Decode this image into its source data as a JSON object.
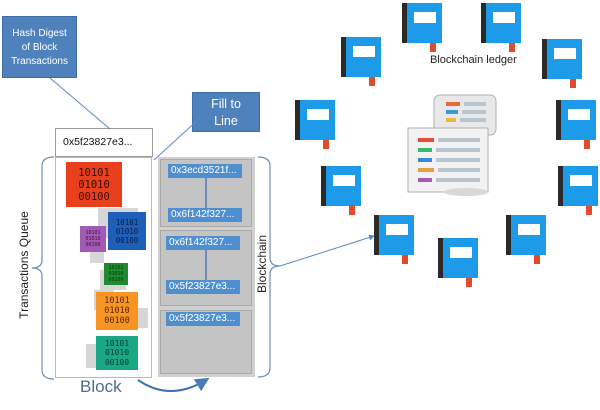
{
  "callouts": {
    "hash_digest": [
      "Hash Digest",
      "of Block",
      "Transactions"
    ],
    "fill_to_line": [
      "Fill to",
      "Line"
    ]
  },
  "block": {
    "hash": "0x5f23827e3...",
    "label": "Block",
    "binary_text": [
      "10101",
      "01010",
      "00100"
    ]
  },
  "labels": {
    "transactions_queue": "Transactions Queue",
    "blockchain": "Blockchain",
    "ledger": "Blockchain ledger"
  },
  "chain": {
    "hashes": [
      "0x3ecd3521f...",
      "0x6f142f327...",
      "0x6f142f327...",
      "0x5f23827e3...",
      "0x5f23827e3..."
    ]
  },
  "colors": {
    "callout": "#4f81bd",
    "book": "#1e9be8",
    "book_spine": "#2a2a2a",
    "bookmark": "#e24a2a",
    "hash_bar": "#4f8fd0"
  },
  "icons": [
    "book-icon",
    "ledger-scroll-icon"
  ]
}
